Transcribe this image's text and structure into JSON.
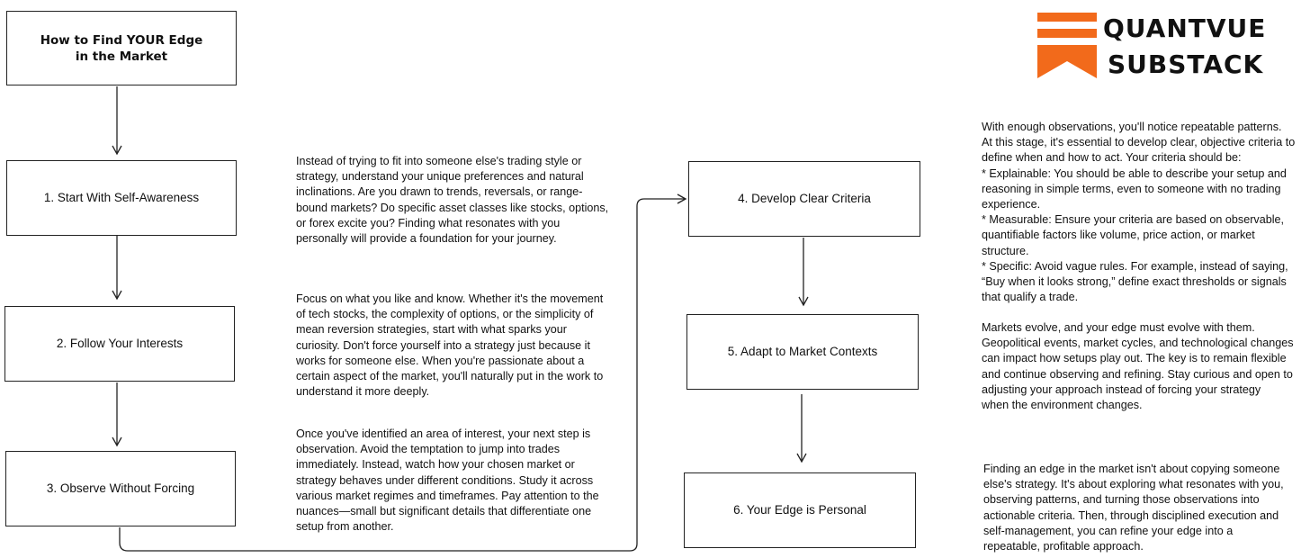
{
  "logo": {
    "line1": "QUANTVUE",
    "line2": "SUBSTACK",
    "brand_color": "#f26a1b"
  },
  "title": "How to Find YOUR Edge\nin the Market",
  "steps": [
    {
      "label": "1. Start With Self-Awareness"
    },
    {
      "label": "2. Follow Your Interests"
    },
    {
      "label": "3. Observe Without Forcing"
    },
    {
      "label": "4. Develop Clear Criteria"
    },
    {
      "label": "5. Adapt to Market Contexts"
    },
    {
      "label": "6. Your Edge is Personal"
    }
  ],
  "descriptions": [
    "Instead of trying to fit into someone else's trading style or\nstrategy, understand your unique preferences and natural\ninclinations. Are you drawn to trends, reversals, or range-\nbound markets? Do specific asset classes like stocks, options,\nor forex excite you? Finding what resonates with you\npersonally will provide a foundation for your journey.",
    "Focus on what you like and know. Whether it's the movement\nof tech stocks, the complexity of options, or the simplicity of\nmean reversion strategies, start with what sparks your\ncuriosity. Don't force yourself into a strategy just because it\nworks for someone else. When you're passionate about a\ncertain aspect of the market, you'll naturally put in the work to\nunderstand it more deeply.",
    "Once you've identified an area of interest, your next step is\nobservation. Avoid the temptation to jump into trades\nimmediately. Instead, watch how your chosen market or\nstrategy behaves under different conditions. Study it across\nvarious market regimes and timeframes. Pay attention to the\nnuances—small but significant details that differentiate one\nsetup from another.",
    "With enough observations, you'll notice repeatable patterns.\nAt this stage, it's essential to develop clear, objective criteria to\ndefine when and how to act. Your criteria should be:\n* Explainable: You should be able to describe your setup and\nreasoning in simple terms, even to someone with no trading\nexperience.\n* Measurable: Ensure your criteria are based on observable,\nquantifiable factors like volume, price action, or market\nstructure.\n* Specific: Avoid vague rules. For example, instead of saying,\n“Buy when it looks strong,” define exact thresholds or signals\nthat qualify a trade.",
    "Markets evolve, and your edge must evolve with them.\nGeopolitical events, market cycles, and technological changes\ncan impact how setups play out. The key is to remain flexible\nand continue observing and refining. Stay curious and open to\nadjusting your approach instead of forcing your strategy\nwhen the environment changes.",
    "Finding an edge in the market isn't about copying someone\nelse's strategy. It's about exploring what resonates with you,\nobserving patterns, and turning those observations into\nactionable criteria. Then, through disciplined execution and\nself-management, you can refine your edge into a\nrepeatable, profitable approach."
  ]
}
